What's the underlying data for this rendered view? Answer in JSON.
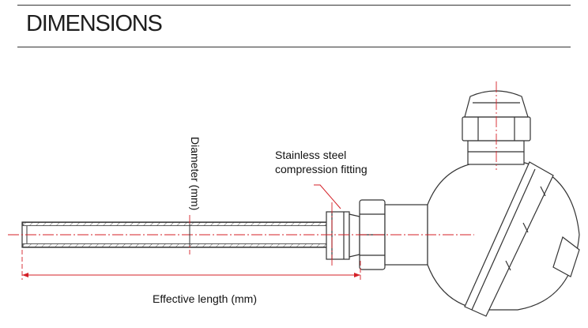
{
  "section_title": "DIMENSIONS",
  "labels": {
    "diameter": "Diameter (mm)",
    "fitting_line1": "Stainless steel",
    "fitting_line2": "compression fitting",
    "effective_length": "Effective length (mm)"
  },
  "colors": {
    "outline": "#333333",
    "centerline": "#d42027",
    "text": "#111111"
  }
}
